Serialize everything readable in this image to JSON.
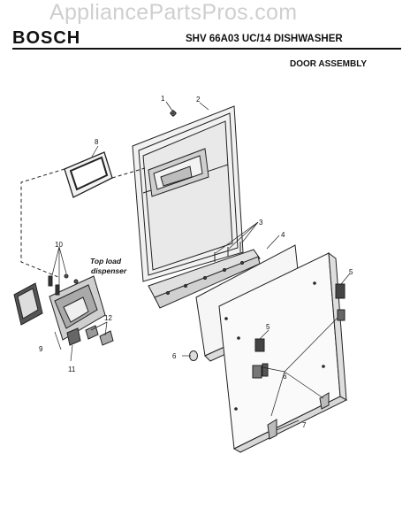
{
  "watermark": "AppliancePartsPros.com",
  "brand": "BOSCH",
  "model": "SHV 66A03 UC/14 DISHWASHER",
  "section": "DOOR ASSEMBLY",
  "callouts": {
    "c1": "1",
    "c2": "2",
    "c3": "3",
    "c4": "4",
    "c5a": "5",
    "c5b": "5",
    "c6a": "6",
    "c6b": "6",
    "c7": "7",
    "c8": "8",
    "c9": "9",
    "c10": "10",
    "c11": "11",
    "c12": "12"
  },
  "note": {
    "line1": "Top load",
    "line2": "dispenser"
  }
}
